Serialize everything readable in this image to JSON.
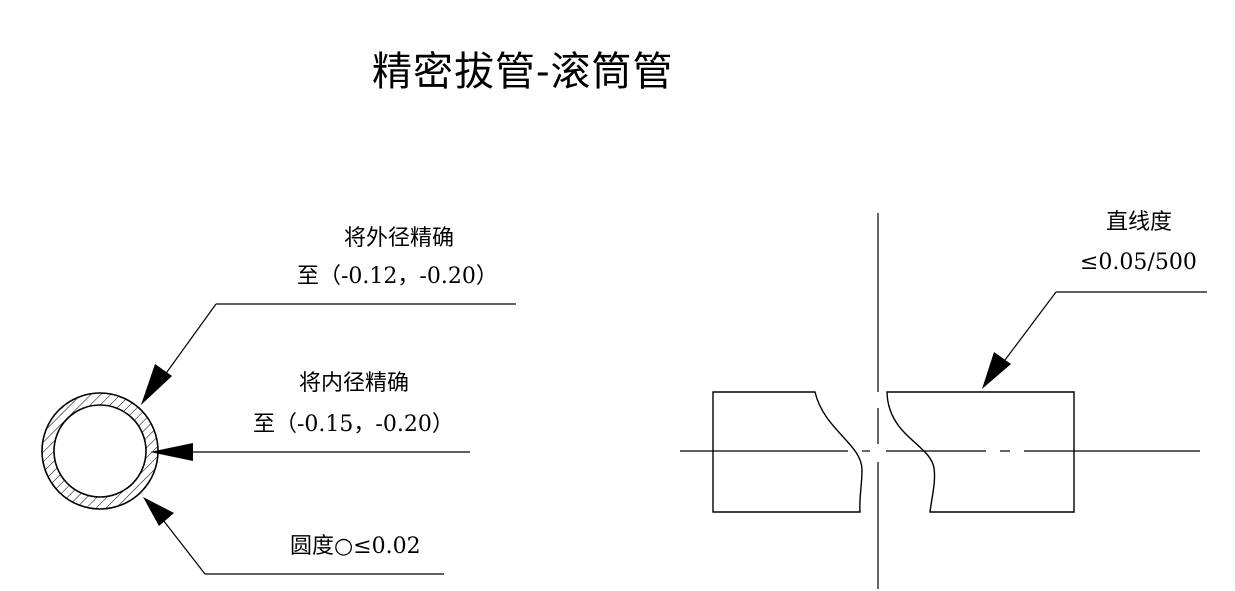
{
  "title": "精密拔管-滚筒管",
  "annotations": {
    "outer_diameter": {
      "line1": "将外径精确",
      "line2": "至（-0.12，-0.20）"
    },
    "inner_diameter": {
      "line1": "将内径精确",
      "line2": "至（-0.15，-0.20）"
    },
    "roundness": {
      "text": "圆度○≤0.02"
    },
    "straightness": {
      "line1": "直线度",
      "line2": "≤0.05/500"
    }
  },
  "colors": {
    "line": "#000000",
    "background": "#ffffff"
  }
}
